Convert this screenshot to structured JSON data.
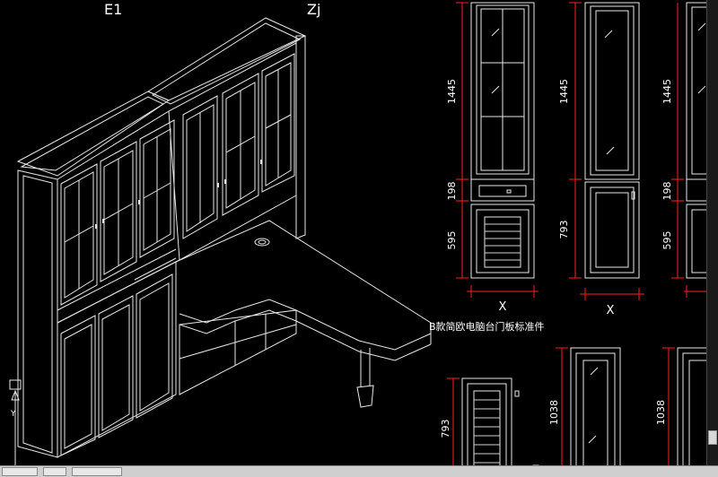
{
  "view_labels": {
    "left": "E1",
    "right": "Zj"
  },
  "panel_title": "B款简欧电脑台门板标准件",
  "dimensions": {
    "col1": {
      "top": "1445",
      "mid": "198",
      "bottom": "595",
      "width": "X"
    },
    "col2": {
      "top": "1445",
      "bottom": "793",
      "width": "X"
    },
    "col3": {
      "top": "1445",
      "mid": "198",
      "bottom": "595"
    },
    "lower1": "793",
    "lower2": "1038",
    "lower3": "1038"
  },
  "ucs": {
    "y_axis": "Y"
  },
  "colors": {
    "background": "#000000",
    "lines": "#ffffff",
    "dimension": "#ff2020"
  }
}
